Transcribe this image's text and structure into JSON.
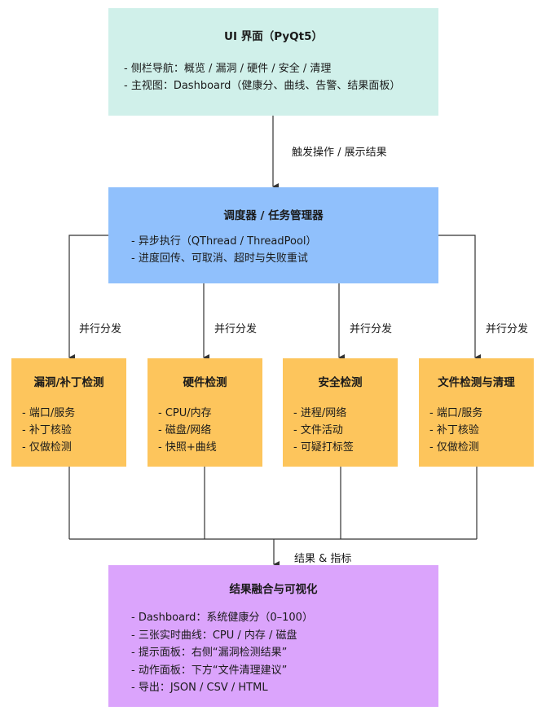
{
  "ui": {
    "title": "UI 界面（PyQt5）",
    "items": [
      "侧栏导航：概览 / 漏洞 / 硬件 / 安全 / 清理",
      "主视图：Dashboard（健康分、曲线、告警、结果面板）"
    ]
  },
  "edge_ui_scheduler": "触发操作 / 展示结果",
  "scheduler": {
    "title": "调度器 / 任务管理器",
    "items": [
      "异步执行（QThread / ThreadPool）",
      "进度回传、可取消、超时与失败重试"
    ]
  },
  "dispatch_label": "并行分发",
  "detectors": [
    {
      "title": "漏洞/补丁检测",
      "items": [
        "端口/服务",
        "补丁核验",
        "仅做检测"
      ]
    },
    {
      "title": "硬件检测",
      "items": [
        "CPU/内存",
        "磁盘/网络",
        "快照+曲线"
      ]
    },
    {
      "title": "安全检测",
      "items": [
        "进程/网络",
        "文件活动",
        "可疑打标签"
      ]
    },
    {
      "title": "文件检测与清理",
      "items": [
        "端口/服务",
        "补丁核验",
        "仅做检测"
      ]
    }
  ],
  "edge_results": "结果 & 指标",
  "fusion": {
    "title": "结果融合与可视化",
    "items": [
      "Dashboard：系统健康分（0–100）",
      "三张实时曲线：CPU / 内存 / 磁盘",
      "提示面板：右侧“漏洞检测结果”",
      "动作面板：下方“文件清理建议”",
      "导出：JSON / CSV / HTML"
    ]
  },
  "colors": {
    "ui_box": "#d0f0ea",
    "scheduler_box": "#90c0fc",
    "detector_box": "#fdc55c",
    "fusion_box": "#dba4fc",
    "line": "#333333"
  }
}
